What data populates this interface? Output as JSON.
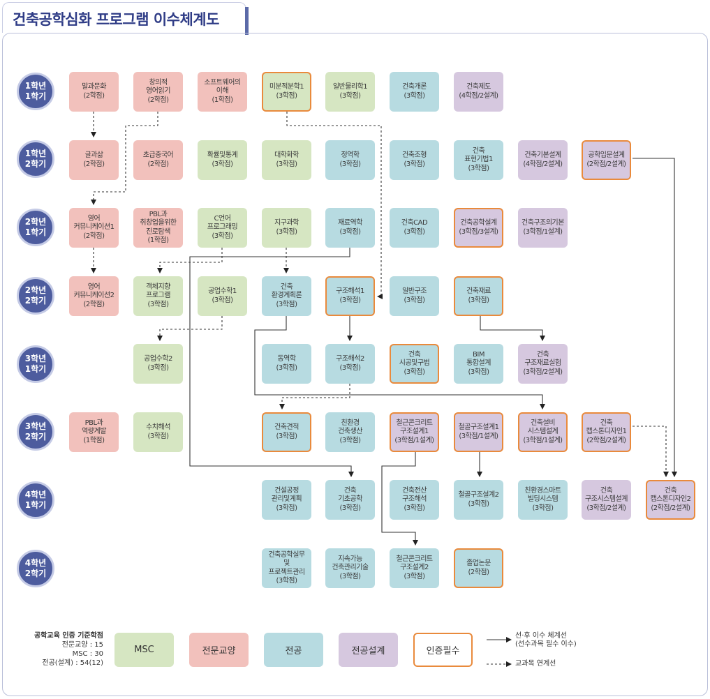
{
  "title": "건축공학심화 프로그램 이수체계도",
  "semesters": [
    {
      "l1": "1학년",
      "l2": "1학기"
    },
    {
      "l1": "1학년",
      "l2": "2학기"
    },
    {
      "l1": "2학년",
      "l2": "1학기"
    },
    {
      "l1": "2학년",
      "l2": "2학기"
    },
    {
      "l1": "3학년",
      "l2": "1학기"
    },
    {
      "l1": "3학년",
      "l2": "2학기"
    },
    {
      "l1": "4학년",
      "l2": "1학기"
    },
    {
      "l1": "4학년",
      "l2": "2학기"
    }
  ],
  "courses": {
    "c0_0": {
      "lines": [
        "말과문화",
        "(2학점)"
      ],
      "cat": "gen"
    },
    "c0_1": {
      "lines": [
        "창의적",
        "영어읽기",
        "(2학점)"
      ],
      "cat": "gen"
    },
    "c0_2": {
      "lines": [
        "소프트웨어의",
        "이해",
        "(1학점)"
      ],
      "cat": "gen"
    },
    "c0_3": {
      "lines": [
        "미분적분학1",
        "(3학점)"
      ],
      "cat": "msc",
      "req": true
    },
    "c0_4": {
      "lines": [
        "일반물리학1",
        "(3학점)"
      ],
      "cat": "msc"
    },
    "c0_5": {
      "lines": [
        "건축개론",
        "(3학점)"
      ],
      "cat": "maj"
    },
    "c0_6": {
      "lines": [
        "건축제도",
        "(4학점/2설계)"
      ],
      "cat": "des"
    },
    "c1_0": {
      "lines": [
        "글과삶",
        "(2학점)"
      ],
      "cat": "gen"
    },
    "c1_1": {
      "lines": [
        "초급중국어",
        "(2학점)"
      ],
      "cat": "gen"
    },
    "c1_2": {
      "lines": [
        "확률및통계",
        "(3학점)"
      ],
      "cat": "msc"
    },
    "c1_3": {
      "lines": [
        "대학화학",
        "(3학점)"
      ],
      "cat": "msc"
    },
    "c1_4": {
      "lines": [
        "정역학",
        "(3학점)"
      ],
      "cat": "maj"
    },
    "c1_5": {
      "lines": [
        "건축조형",
        "(3학점)"
      ],
      "cat": "maj"
    },
    "c1_6": {
      "lines": [
        "건축",
        "표현기법1",
        "(3학점)"
      ],
      "cat": "maj"
    },
    "c1_7": {
      "lines": [
        "건축기본설계",
        "(4학점/2설계)"
      ],
      "cat": "des"
    },
    "c1_8": {
      "lines": [
        "공학입문설계",
        "(2학점/2설계)"
      ],
      "cat": "des",
      "req": true
    },
    "c2_0": {
      "lines": [
        "영어",
        "커뮤니케이션1",
        "(2학점)"
      ],
      "cat": "gen"
    },
    "c2_1": {
      "lines": [
        "PBL과",
        "취창업을위한",
        "진로탐색",
        "(1학점)"
      ],
      "cat": "gen"
    },
    "c2_2": {
      "lines": [
        "C언어",
        "프로그래밍",
        "(3학점)"
      ],
      "cat": "msc"
    },
    "c2_3": {
      "lines": [
        "지구과학",
        "(3학점)"
      ],
      "cat": "msc"
    },
    "c2_4": {
      "lines": [
        "재료역학",
        "(3학점)"
      ],
      "cat": "maj"
    },
    "c2_5": {
      "lines": [
        "건축CAD",
        "(3학점)"
      ],
      "cat": "maj"
    },
    "c2_6": {
      "lines": [
        "건축공학설계",
        "(3학점/3설계)"
      ],
      "cat": "des",
      "req": true
    },
    "c2_7": {
      "lines": [
        "건축구조의기본",
        "(3학점/1설계)"
      ],
      "cat": "des"
    },
    "c3_0": {
      "lines": [
        "영어",
        "커뮤니케이션2",
        "(2학점)"
      ],
      "cat": "gen"
    },
    "c3_1": {
      "lines": [
        "객체지향",
        "프로그램",
        "(3학점)"
      ],
      "cat": "msc"
    },
    "c3_2": {
      "lines": [
        "공업수학1",
        "(3학점)"
      ],
      "cat": "msc"
    },
    "c3_3": {
      "lines": [
        "건축",
        "환경계획론",
        "(3학점)"
      ],
      "cat": "maj"
    },
    "c3_4": {
      "lines": [
        "구조해석1",
        "(3학점)"
      ],
      "cat": "maj",
      "req": true
    },
    "c3_5": {
      "lines": [
        "일반구조",
        "(3학점)"
      ],
      "cat": "maj"
    },
    "c3_6": {
      "lines": [
        "건축재료",
        "(3학점)"
      ],
      "cat": "maj",
      "req": true
    },
    "c4_1": {
      "lines": [
        "공업수학2",
        "(3학점)"
      ],
      "cat": "msc"
    },
    "c4_3": {
      "lines": [
        "동역학",
        "(3학점)"
      ],
      "cat": "maj"
    },
    "c4_4": {
      "lines": [
        "구조해석2",
        "(3학점)"
      ],
      "cat": "maj"
    },
    "c4_5": {
      "lines": [
        "건축",
        "시공및구법",
        "(3학점)"
      ],
      "cat": "maj",
      "req": true
    },
    "c4_6": {
      "lines": [
        "BIM",
        "통합설계",
        "(3학점)"
      ],
      "cat": "maj"
    },
    "c4_7": {
      "lines": [
        "건축",
        "구조재료실험",
        "(3학점/2설계)"
      ],
      "cat": "des"
    },
    "c5_0": {
      "lines": [
        "PBL과",
        "역량계발",
        "(1학점)"
      ],
      "cat": "gen"
    },
    "c5_1": {
      "lines": [
        "수치해석",
        "(3학점)"
      ],
      "cat": "msc"
    },
    "c5_3": {
      "lines": [
        "건축견적",
        "(3학점)"
      ],
      "cat": "maj",
      "req": true
    },
    "c5_4": {
      "lines": [
        "친환경",
        "건축생산",
        "(3학점)"
      ],
      "cat": "maj"
    },
    "c5_5": {
      "lines": [
        "철근콘크리트",
        "구조설계1",
        "(3학점/1설계)"
      ],
      "cat": "des",
      "req": true
    },
    "c5_6": {
      "lines": [
        "철골구조설계1",
        "(3학점/1설계)"
      ],
      "cat": "des",
      "req": true
    },
    "c5_7": {
      "lines": [
        "건축설비",
        "시스템설계",
        "(3학점/1설계)"
      ],
      "cat": "des",
      "req": true
    },
    "c5_8": {
      "lines": [
        "건축",
        "캡스톤디자인1",
        "(2학점/2설계)"
      ],
      "cat": "des",
      "req": true
    },
    "c6_3": {
      "lines": [
        "건설공정",
        "관리및계획",
        "(3학점)"
      ],
      "cat": "maj"
    },
    "c6_4": {
      "lines": [
        "건축",
        "기초공학",
        "(3학점)"
      ],
      "cat": "maj"
    },
    "c6_5": {
      "lines": [
        "건축전산",
        "구조해석",
        "(3학점)"
      ],
      "cat": "maj"
    },
    "c6_6": {
      "lines": [
        "철골구조설계2",
        "(3학점)"
      ],
      "cat": "maj"
    },
    "c6_7": {
      "lines": [
        "친환경스마트",
        "빌딩시스템",
        "(3학점)"
      ],
      "cat": "maj"
    },
    "c6_8": {
      "lines": [
        "건축",
        "구조시스템설계",
        "(3학점/2설계)"
      ],
      "cat": "des"
    },
    "c6_9": {
      "lines": [
        "건축",
        "캡스톤디자인2",
        "(2학점/2설계)"
      ],
      "cat": "des",
      "req": true
    },
    "c7_3": {
      "lines": [
        "건축공학실무",
        "및",
        "프로젝트관리",
        "(3학점)"
      ],
      "cat": "maj"
    },
    "c7_4": {
      "lines": [
        "지속가능",
        "건축관리기술",
        "(3학점)"
      ],
      "cat": "maj"
    },
    "c7_5": {
      "lines": [
        "철근콘크리트",
        "구조설계2",
        "(3학점)"
      ],
      "cat": "maj"
    },
    "c7_6": {
      "lines": [
        "졸업논문",
        "(2학점)"
      ],
      "cat": "maj",
      "req": true
    }
  },
  "legend": {
    "stat_title": "공학교육 인증 기준학점",
    "stat_1": "전문교양 : 15",
    "stat_2": "MSC : 30",
    "stat_3": "전공(설계) : 54(12)",
    "msc": "MSC",
    "gen": "전문교양",
    "maj": "전공",
    "des": "전공설계",
    "req": "인증필수",
    "solid_1": "선·후 이수 체계선",
    "solid_2": "(선수과목 필수 이수)",
    "dashed": "교과목 연계선"
  },
  "colors": {
    "msc": "#d6e6c2",
    "gen": "#f2c1bc",
    "maj": "#b7dbe1",
    "des": "#d6c8df",
    "required_border": "#e98a3c",
    "semester": "#4d5c9e",
    "title": "#2f3c86"
  }
}
